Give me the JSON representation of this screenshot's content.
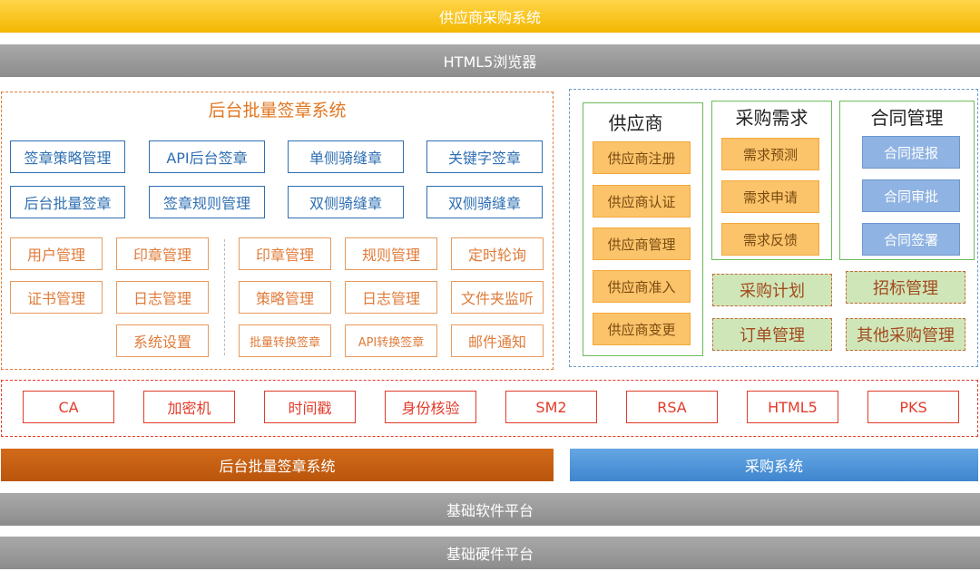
{
  "top_bars": {
    "supplier_procurement_system": "供应商采购系统",
    "html5_browser": "HTML5浏览器"
  },
  "backend": {
    "title": "后台批量签章系统",
    "blue_row1": [
      "签章策略管理",
      "API后台签章",
      "单侧骑缝章",
      "关键字签章"
    ],
    "blue_row2": [
      "后台批量签章",
      "签章规则管理",
      "双侧骑缝章",
      "双侧骑缝章"
    ],
    "left_grid": [
      "用户管理",
      "印章管理",
      "证书管理",
      "日志管理",
      "系统设置"
    ],
    "right_grid": [
      "印章管理",
      "规则管理",
      "定时轮询",
      "策略管理",
      "日志管理",
      "文件夹监听",
      "批量转换签章",
      "API转换签章",
      "邮件通知"
    ]
  },
  "procurement": {
    "supplier": {
      "title": "供应商",
      "items": [
        "供应商注册",
        "供应商认证",
        "供应商管理",
        "供应商准入",
        "供应商变更"
      ]
    },
    "demand": {
      "title": "采购需求",
      "items": [
        "需求预测",
        "需求申请",
        "需求反馈"
      ]
    },
    "contract": {
      "title": "合同管理",
      "items": [
        "合同提报",
        "合同审批",
        "合同签署"
      ]
    },
    "green_boxes": [
      "采购计划",
      "招标管理",
      "订单管理",
      "其他采购管理"
    ]
  },
  "security_items": [
    "CA",
    "加密机",
    "时间戳",
    "身份核验",
    "SM2",
    "RSA",
    "HTML5",
    "PKS"
  ],
  "bottom_bars": {
    "backend_system": "后台批量签章系统",
    "procurement_system": "采购系统",
    "software_platform": "基础软件平台",
    "hardware_platform": "基础硬件平台"
  }
}
